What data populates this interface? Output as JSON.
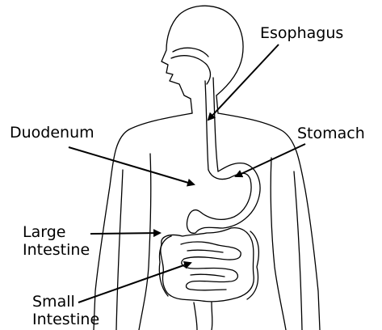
{
  "labels": {
    "esophagus": "Esophagus",
    "duodenum": "Duodenum",
    "stomach": "Stomach",
    "large_intestine_line1": "Large",
    "large_intestine_line2": "Intestine",
    "small_intestine_line1": "Small",
    "small_intestine_line2": "Intestine"
  },
  "colors": {
    "stroke": "#000000",
    "background": "#ffffff"
  }
}
